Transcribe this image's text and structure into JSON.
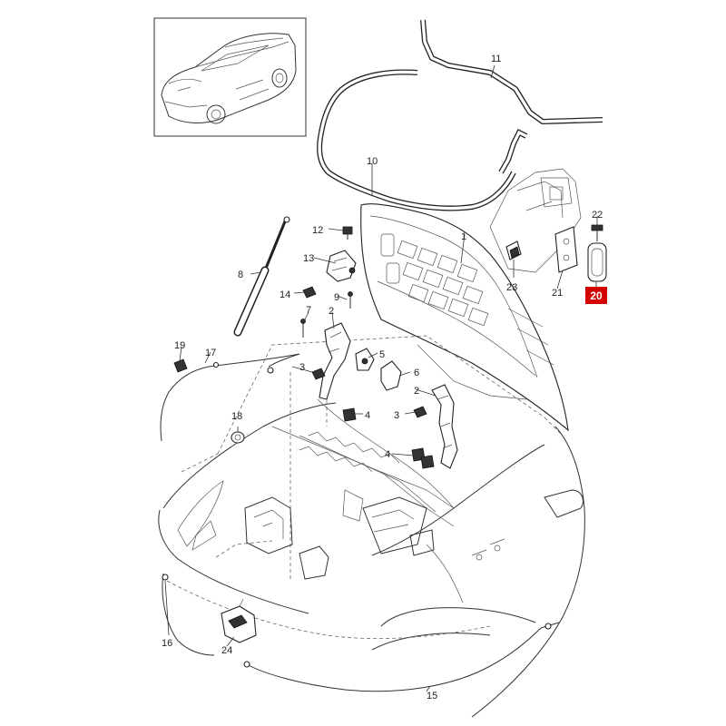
{
  "callouts": {
    "c1": "1",
    "c2a": "2",
    "c2b": "2",
    "c3a": "3",
    "c3b": "3",
    "c4a": "4",
    "c4b": "4",
    "c5": "5",
    "c6": "6",
    "c7": "7",
    "c8": "8",
    "c9": "9",
    "c10": "10",
    "c11": "11",
    "c12": "12",
    "c13": "13",
    "c14": "14",
    "c15": "15",
    "c16": "16",
    "c17": "17",
    "c18": "18",
    "c19": "19",
    "c20": "20",
    "c21": "21",
    "c22": "22",
    "c23": "23",
    "c24": "24"
  },
  "highlight": {
    "part": "20",
    "color": "#d40000"
  }
}
